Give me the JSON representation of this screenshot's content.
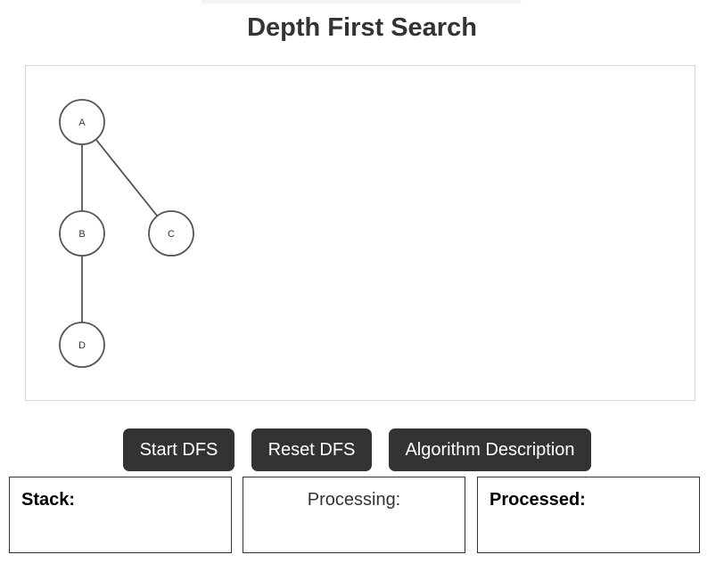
{
  "page": {
    "title": "Depth First Search"
  },
  "graph": {
    "nodes": [
      {
        "id": "A",
        "label": "A"
      },
      {
        "id": "B",
        "label": "B"
      },
      {
        "id": "C",
        "label": "C"
      },
      {
        "id": "D",
        "label": "D"
      }
    ],
    "edges": [
      {
        "from": "A",
        "to": "B"
      },
      {
        "from": "A",
        "to": "C"
      },
      {
        "from": "B",
        "to": "D"
      }
    ]
  },
  "controls": {
    "start_label": "Start DFS",
    "reset_label": "Reset DFS",
    "description_label": "Algorithm Description"
  },
  "panels": {
    "stack_title": "Stack:",
    "processing_title": "Processing:",
    "processed_title": "Processed:"
  },
  "colors": {
    "button_bg": "#333333",
    "button_text": "#ffffff",
    "node_stroke": "#555555",
    "canvas_border": "#d6d6d6"
  }
}
